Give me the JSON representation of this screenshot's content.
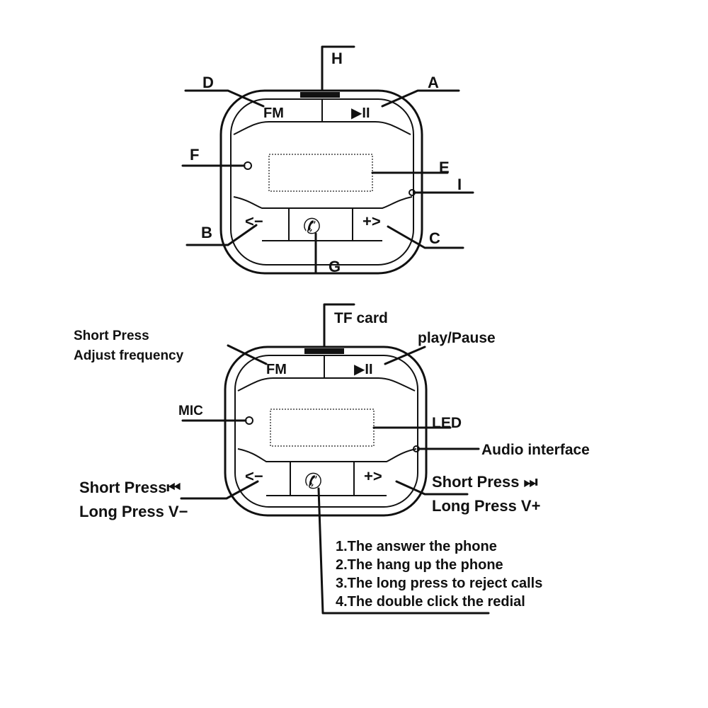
{
  "device": {
    "fm_label": "FM",
    "play_pause_glyph": "▶II",
    "minus_label": "<−",
    "plus_label": "+>",
    "call_glyph": "✆"
  },
  "top_diagram": {
    "labels": {
      "A": "A",
      "B": "B",
      "C": "C",
      "D": "D",
      "E": "E",
      "F": "F",
      "G": "G",
      "H": "H",
      "I": "I"
    }
  },
  "bottom_diagram": {
    "tf_card": "TF card",
    "play_pause": "play/Pause",
    "fm_short_press": "Short Press",
    "fm_adjust": "Adjust frequency",
    "mic": "MIC",
    "led": "LED",
    "audio_interface": "Audio interface",
    "left_short_press": "Short Press⏮",
    "left_long_press": "Long Press V−",
    "right_short_press": "Short Press ⏭",
    "right_long_press": "Long Press  V+",
    "call_functions": [
      "1.The answer the phone",
      "2.The hang up the phone",
      "3.The long press to reject calls",
      "4.The double click the redial"
    ]
  }
}
